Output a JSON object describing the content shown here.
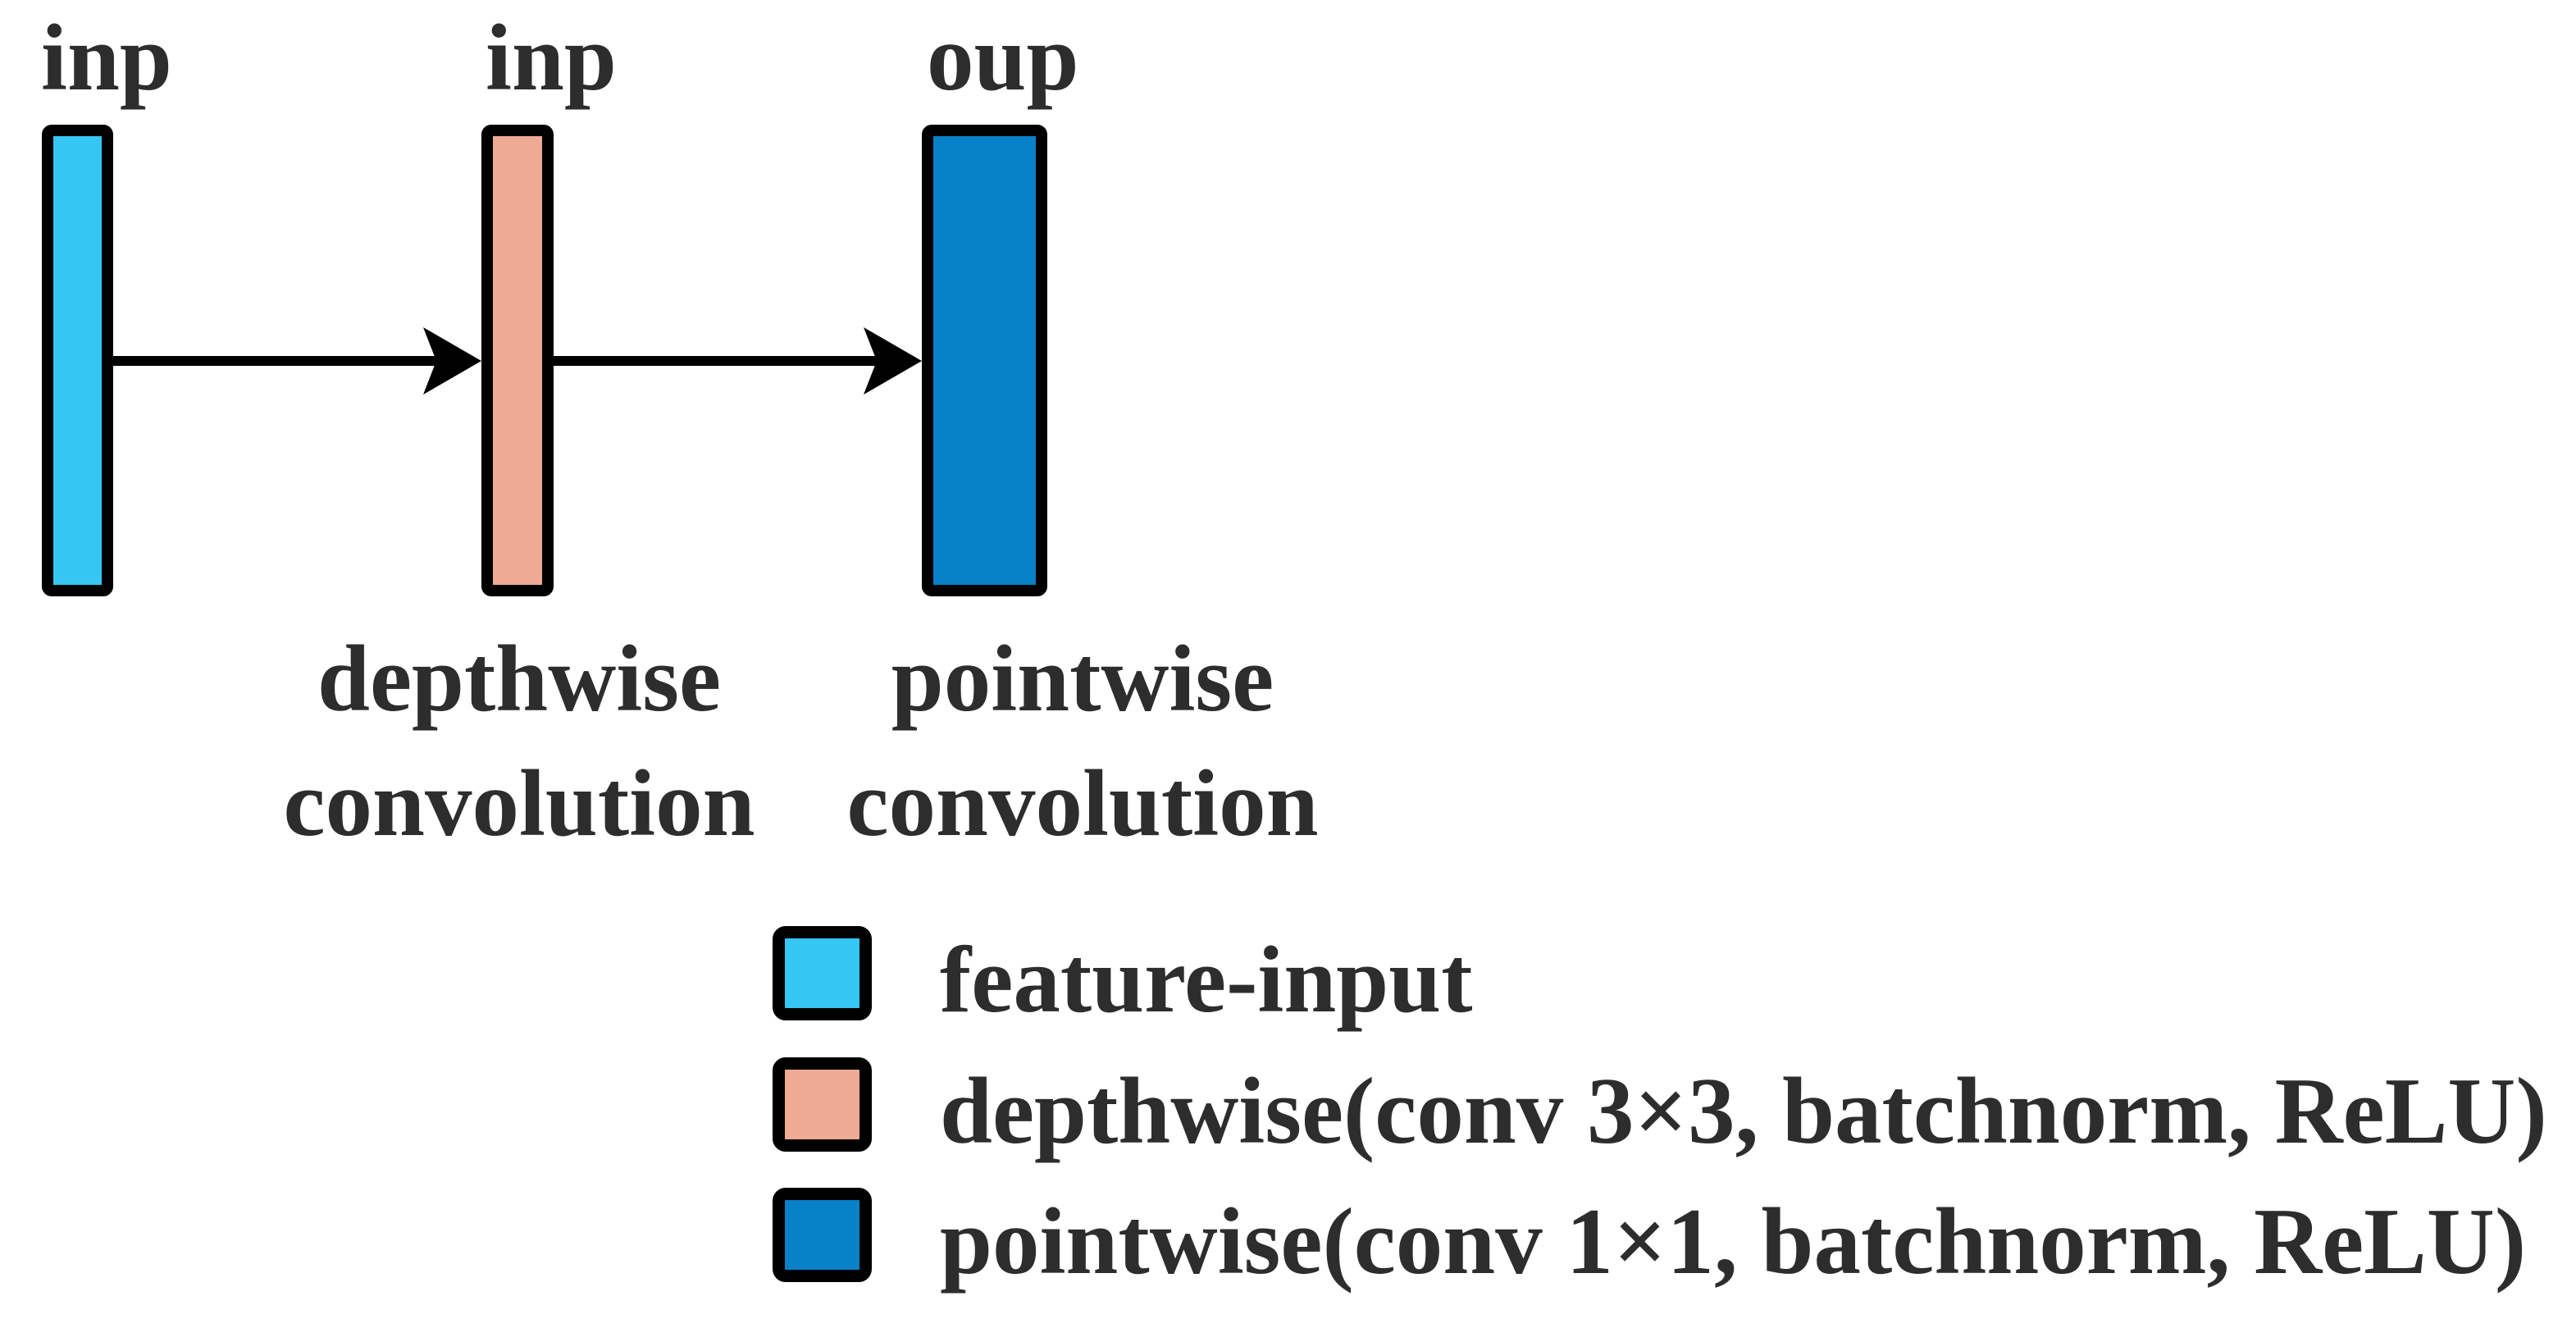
{
  "figure": {
    "background": "#FFFFFF",
    "text_color": "#2D2D2D",
    "outline_color": "#000000"
  },
  "diagram": {
    "tensors": [
      {
        "label": "inp",
        "fill": "#35C7F3"
      },
      {
        "label": "inp",
        "fill": "#EFAA94"
      },
      {
        "label": "oup",
        "fill": "#0781C7"
      }
    ],
    "stages": [
      {
        "line1": "depthwise",
        "line2": "convolution"
      },
      {
        "line1": "pointwise",
        "line2": "convolution"
      }
    ]
  },
  "legend": {
    "items": [
      {
        "swatch": "#35C7F3",
        "label": "feature-input"
      },
      {
        "swatch": "#EFAA94",
        "label": "depthwise(conv 3×3, batchnorm, ReLU)"
      },
      {
        "swatch": "#0781C7",
        "label": "pointwise(conv 1×1, batchnorm, ReLU)"
      }
    ]
  }
}
